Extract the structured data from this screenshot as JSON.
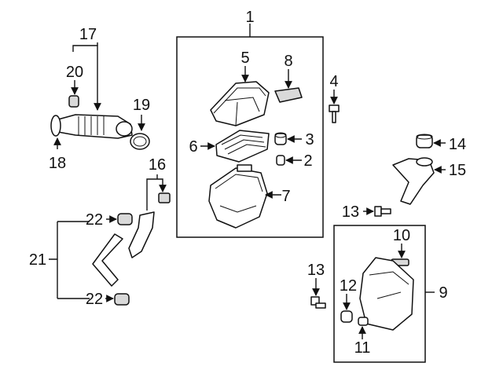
{
  "callouts": {
    "c1": "1",
    "c2": "2",
    "c3": "3",
    "c4": "4",
    "c5": "5",
    "c6": "6",
    "c7": "7",
    "c8": "8",
    "c9": "9",
    "c10": "10",
    "c11": "11",
    "c12": "12",
    "c13a": "13",
    "c13b": "13",
    "c14": "14",
    "c15": "15",
    "c16": "16",
    "c17": "17",
    "c18": "18",
    "c19": "19",
    "c20": "20",
    "c21": "21",
    "c22a": "22",
    "c22b": "22"
  }
}
